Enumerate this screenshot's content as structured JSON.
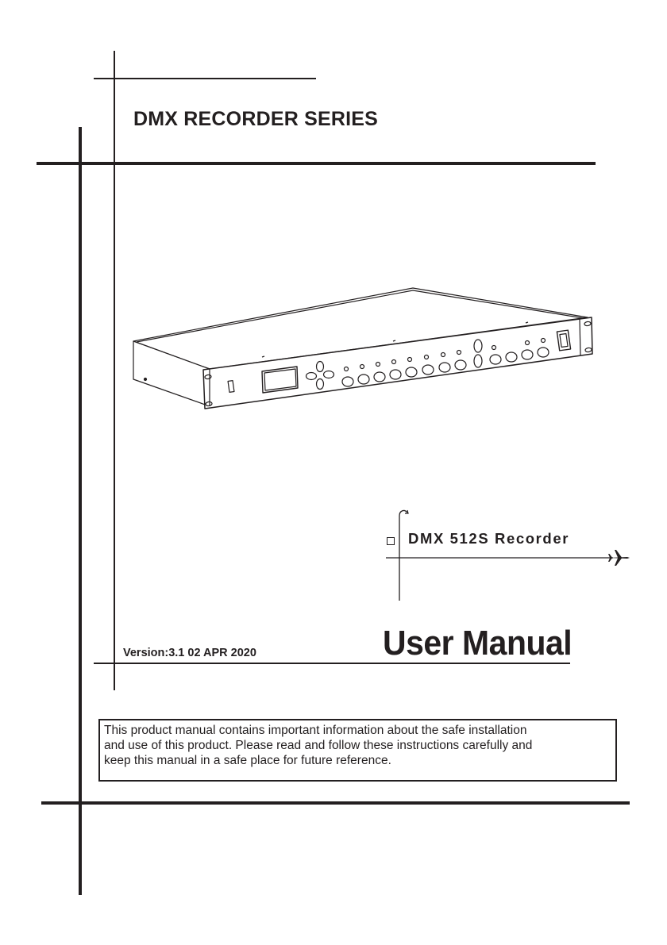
{
  "cover": {
    "series_title": "DMX RECORDER  SERIES",
    "product_name": "DMX 512S Recorder",
    "manual_title": "User Manual",
    "version": "Version:3.1   02 APR 2020",
    "notice_lines": [
      "This product manual contains important information about the safe installation",
      "and use of this product. Please read and follow these instructions carefully and",
      "keep this manual in a safe place for future reference."
    ]
  },
  "icons": {
    "device": "rack-dmx-recorder-illustration",
    "logo": "curved-arrow-axis-logo",
    "airplane": "airplane-icon",
    "checkbox": "checkbox-icon"
  },
  "colors": {
    "ink": "#231f20",
    "background": "#ffffff"
  }
}
